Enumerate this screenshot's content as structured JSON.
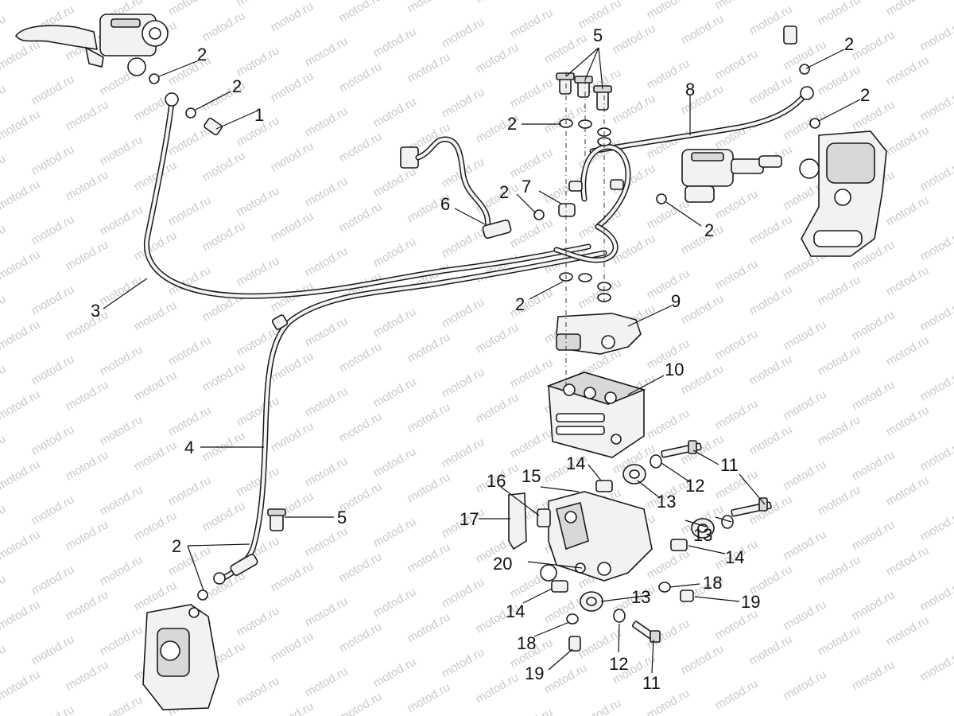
{
  "watermark": "motod.ru",
  "callouts": [
    {
      "id": "c1",
      "text": "1"
    },
    {
      "id": "c2a",
      "text": "2"
    },
    {
      "id": "c2b",
      "text": "2"
    },
    {
      "id": "c2c",
      "text": "2"
    },
    {
      "id": "c2d",
      "text": "2"
    },
    {
      "id": "c2e",
      "text": "2"
    },
    {
      "id": "c2f",
      "text": "2"
    },
    {
      "id": "c2g",
      "text": "2"
    },
    {
      "id": "c2h",
      "text": "2"
    },
    {
      "id": "c2i",
      "text": "2"
    },
    {
      "id": "c3",
      "text": "3"
    },
    {
      "id": "c4",
      "text": "4"
    },
    {
      "id": "c5a",
      "text": "5"
    },
    {
      "id": "c5b",
      "text": "5"
    },
    {
      "id": "c6",
      "text": "6"
    },
    {
      "id": "c7",
      "text": "7"
    },
    {
      "id": "c8",
      "text": "8"
    },
    {
      "id": "c9",
      "text": "9"
    },
    {
      "id": "c10",
      "text": "10"
    },
    {
      "id": "c11a",
      "text": "11"
    },
    {
      "id": "c11b",
      "text": "11"
    },
    {
      "id": "c12a",
      "text": "12"
    },
    {
      "id": "c12b",
      "text": "12"
    },
    {
      "id": "c13a",
      "text": "13"
    },
    {
      "id": "c13b",
      "text": "13"
    },
    {
      "id": "c13c",
      "text": "13"
    },
    {
      "id": "c14a",
      "text": "14"
    },
    {
      "id": "c14b",
      "text": "14"
    },
    {
      "id": "c14c",
      "text": "14"
    },
    {
      "id": "c15",
      "text": "15"
    },
    {
      "id": "c16",
      "text": "16"
    },
    {
      "id": "c17",
      "text": "17"
    },
    {
      "id": "c18a",
      "text": "18"
    },
    {
      "id": "c18b",
      "text": "18"
    },
    {
      "id": "c19a",
      "text": "19"
    },
    {
      "id": "c19b",
      "text": "19"
    },
    {
      "id": "c20",
      "text": "20"
    }
  ]
}
